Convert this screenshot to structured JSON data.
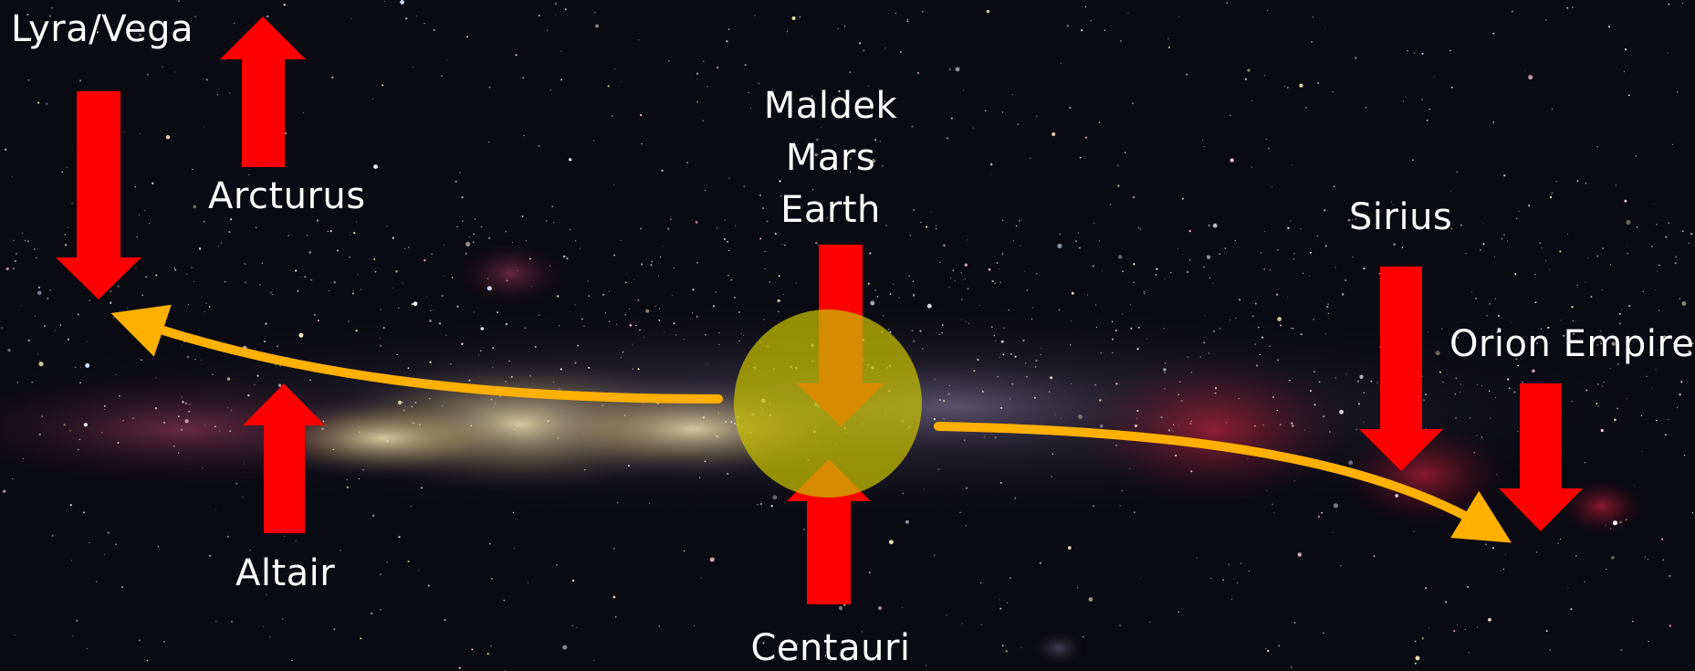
{
  "labels": {
    "lyra_vega": "Lyra/Vega",
    "arcturus": "Arcturus",
    "altair": "Altair",
    "maldek": "Maldek",
    "mars": "Mars",
    "earth": "Earth",
    "centauri": "Centauri",
    "sirius": "Sirius",
    "orion": "Orion Empire"
  },
  "colors": {
    "sky": "#0a0a12",
    "arrow": "#ff0000",
    "arc": "#ffb000",
    "circle": "#c8c000",
    "milky_way": "#d8c68a",
    "nebula": "#c0203a"
  },
  "icons": {
    "arrow": "block-arrow-icon",
    "arc": "curved-arrow-icon",
    "circle": "solar-system-circle"
  }
}
